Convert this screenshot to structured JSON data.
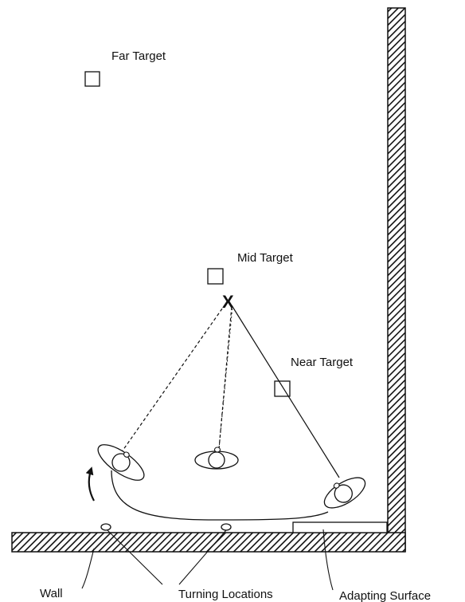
{
  "labels": {
    "far_target": "Far Target",
    "mid_target": "Mid Target",
    "near_target": "Near Target",
    "goal_mark": "X",
    "wall": "Wall",
    "turning_locations": "Turning Locations",
    "adapting_surface": "Adapting Surface"
  },
  "colors": {
    "ink": "#111111",
    "background": "#ffffff"
  },
  "icons": [
    "target-square",
    "robot",
    "turn-arrow",
    "wall-hatch"
  ]
}
